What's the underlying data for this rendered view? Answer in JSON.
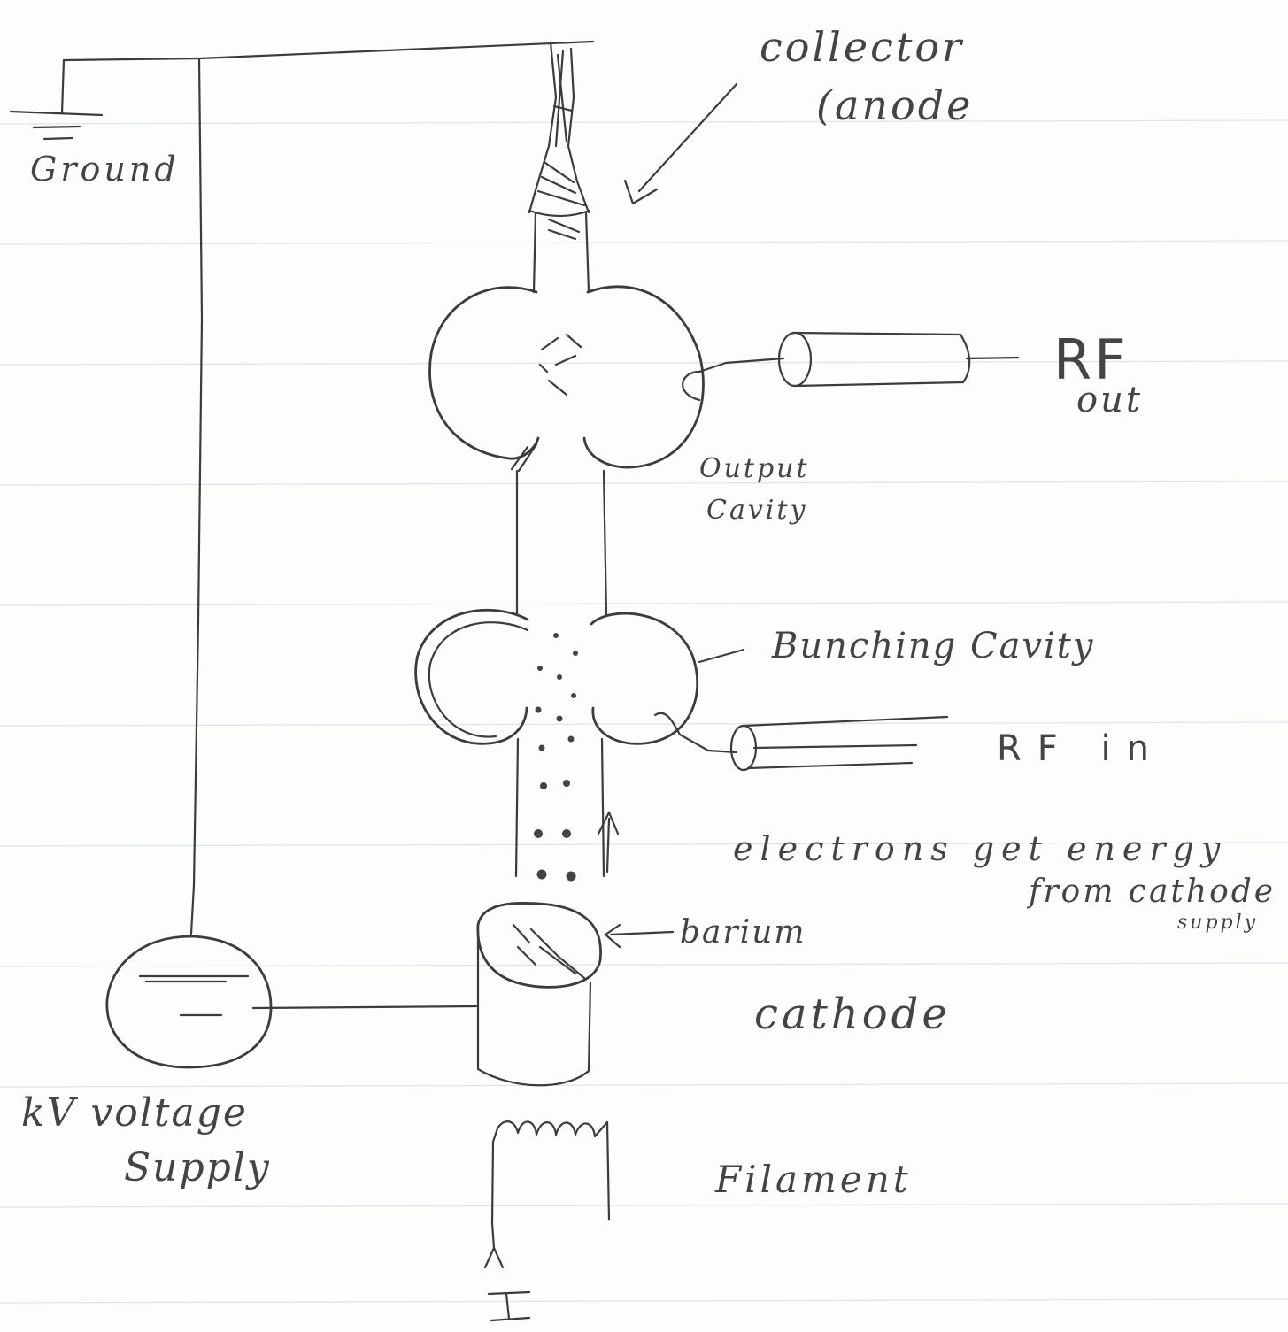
{
  "labels": {
    "collector": "collector",
    "anode": "(anode",
    "ground": "Ground",
    "rf_out_1": "RF",
    "rf_out_2": "out",
    "output_cavity_1": "Output",
    "output_cavity_2": "Cavity",
    "bunching_cavity": "Bunching Cavity",
    "rf_in": "RF in",
    "electrons_line1": "electrons get energy",
    "electrons_line2": "from cathode",
    "electrons_line3": "supply",
    "barium": "barium",
    "cathode": "cathode",
    "supply_line1": "kV voltage",
    "supply_line2": "Supply",
    "filament": "Filament",
    "current": "I"
  },
  "colors": {
    "ink": "#3c3c3c",
    "paper": "#fdfdfb",
    "ruled_line": "#dde5ec"
  }
}
